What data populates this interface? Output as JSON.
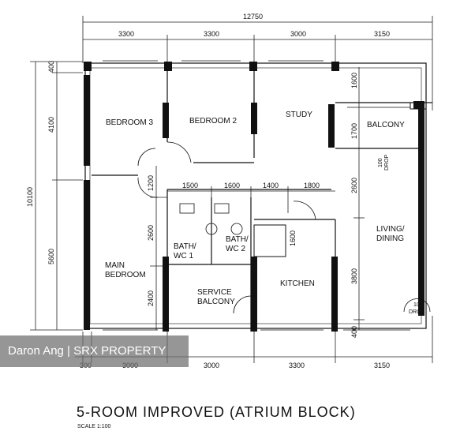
{
  "title": "5-ROOM IMPROVED (ATRIUM BLOCK)",
  "scale": "SCALE  1:100",
  "watermark": "Daron Ang | SRX PROPERTY",
  "dimensions": {
    "overall_width": "12750",
    "top": [
      "3300",
      "3300",
      "3000",
      "3150"
    ],
    "inner": [
      "1500",
      "1600",
      "1400",
      "1800"
    ],
    "bottom": [
      "300",
      "3000",
      "3000",
      "3300",
      "3150"
    ],
    "left_outer": "10100",
    "left": [
      "400",
      "4100",
      "5600"
    ],
    "left_inner": [
      "1200",
      "2600",
      "2400"
    ],
    "right": [
      "1600",
      "1700",
      "2600",
      "3800",
      "400"
    ],
    "kitchen_door": "1600"
  },
  "rooms": {
    "bedroom3": "BEDROOM 3",
    "bedroom2": "BEDROOM 2",
    "study": "STUDY",
    "balcony": "BALCONY",
    "main_bedroom_1": "MAIN",
    "main_bedroom_2": "BEDROOM",
    "bath1_1": "BATH/",
    "bath1_2": "WC 1",
    "bath2_1": "BATH/",
    "bath2_2": "WC 2",
    "living_1": "LIVING/",
    "living_2": "DINING",
    "kitchen": "KITCHEN",
    "service_1": "SERVICE",
    "service_2": "BALCONY"
  },
  "drop_labels": {
    "balcony_a": "100",
    "balcony_b": "DROP",
    "living_a": "100",
    "living_b": "DROP"
  }
}
